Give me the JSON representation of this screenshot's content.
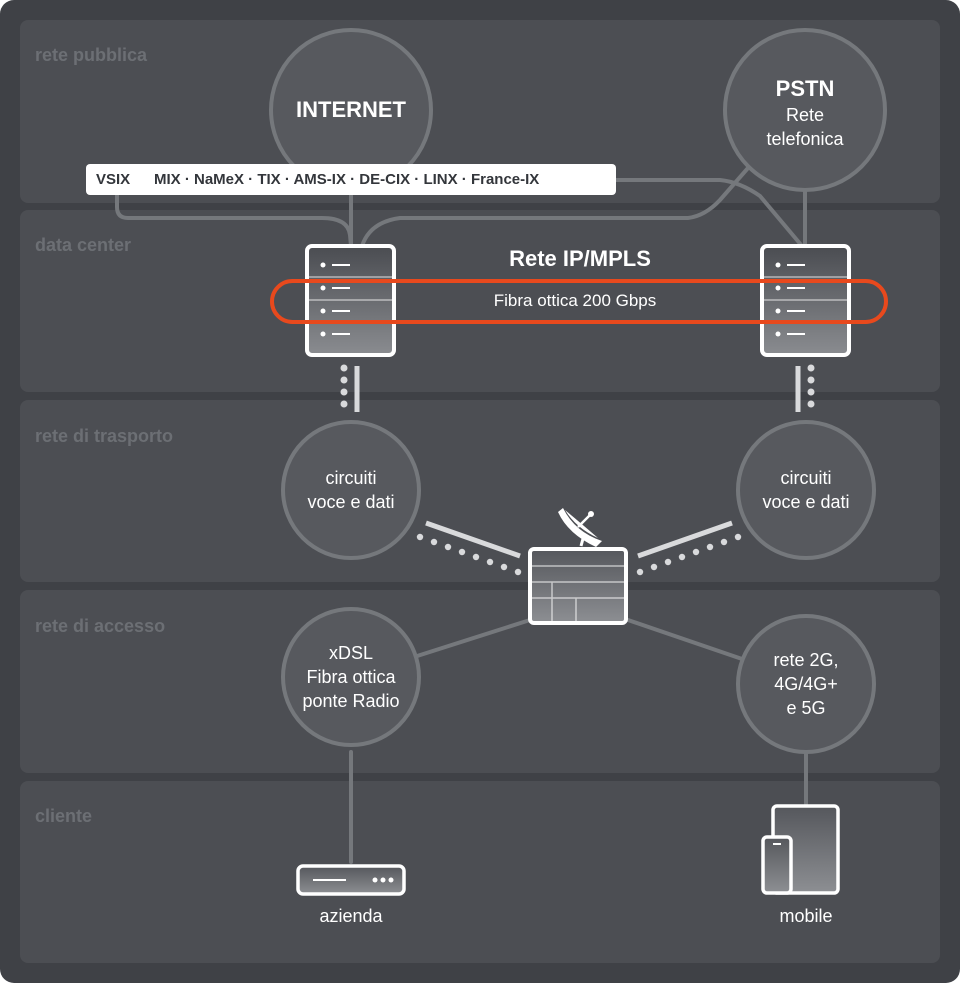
{
  "bands": [
    {
      "id": "pubblica",
      "label": "rete pubblica"
    },
    {
      "id": "datacenter",
      "label": "data center"
    },
    {
      "id": "trasporto",
      "label": "rete di trasporto"
    },
    {
      "id": "accesso",
      "label": "rete di accesso"
    },
    {
      "id": "cliente",
      "label": "cliente"
    }
  ],
  "internet": {
    "title": "INTERNET"
  },
  "pstn": {
    "title": "PSTN",
    "line1": "Rete",
    "line2": "telefonica"
  },
  "ix": {
    "first": "VSIX",
    "rest": "MIX · NaMeX · TIX · AMS-IX · DE-CIX · LINX · France-IX"
  },
  "core": {
    "title": "Rete IP/MPLS",
    "subtitle": "Fibra ottica 200 Gbps"
  },
  "transport_left": {
    "line1": "circuiti",
    "line2": "voce e dati"
  },
  "transport_right": {
    "line1": "circuiti",
    "line2": "voce e dati"
  },
  "access_left": {
    "line1": "xDSL",
    "line2": "Fibra ottica",
    "line3": "ponte Radio"
  },
  "access_right": {
    "line1": "rete 2G,",
    "line2": "4G/4G+",
    "line3": "e 5G"
  },
  "clients": {
    "left": "azienda",
    "right": "mobile"
  },
  "colors": {
    "background": "#3f4146",
    "band": "#4c4e53",
    "circle": "#57595e",
    "stroke": "#7a7d81",
    "accent": "#e8491d",
    "white": "#ffffff"
  }
}
